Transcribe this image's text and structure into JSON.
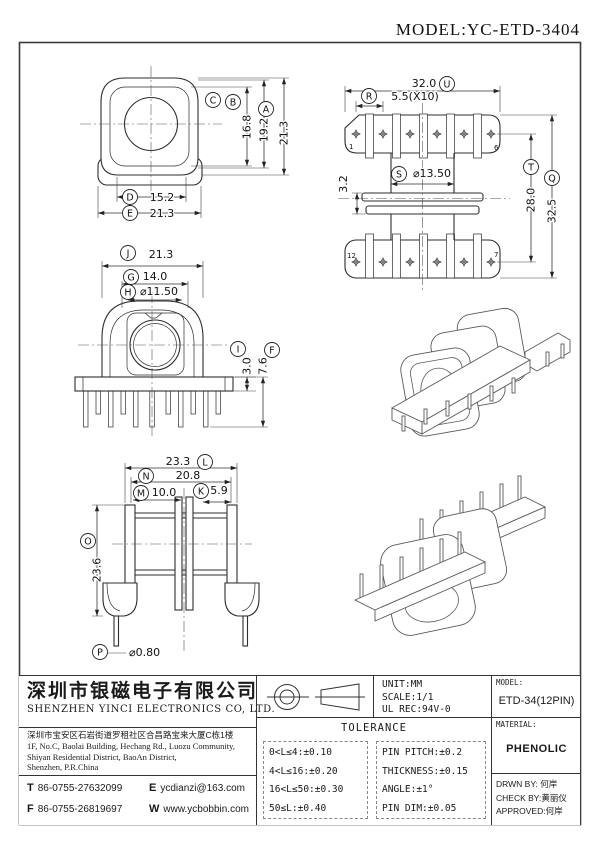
{
  "header": {
    "model_line": "MODEL:YC-ETD-3404"
  },
  "views": {
    "v1": {
      "dims": [
        {
          "l": "C",
          "v": "16.8"
        },
        {
          "l": "B",
          "v": "19.2"
        },
        {
          "l": "A",
          "v": "21.3"
        },
        {
          "l": "D",
          "v": "15.2"
        },
        {
          "l": "E",
          "v": "21.3"
        }
      ]
    },
    "v2": {
      "dims": [
        {
          "l": "U",
          "v": "32.0"
        },
        {
          "l": "R",
          "v": "5.5(X10)"
        },
        {
          "l": "S",
          "v": "⌀13.50"
        },
        {
          "l": "T",
          "v": "28.0"
        },
        {
          "l": "Q",
          "v": "32.5"
        }
      ],
      "extra": "3.2",
      "pins": {
        "first_top": "1",
        "last_top": "6",
        "first_bottom": "12",
        "last_bottom": "7"
      }
    },
    "v3": {
      "dims": [
        {
          "l": "J",
          "v": "21.3"
        },
        {
          "l": "G",
          "v": "14.0"
        },
        {
          "l": "H",
          "v": "⌀11.50"
        },
        {
          "l": "I",
          "v": "3.0"
        },
        {
          "l": "F",
          "v": "7.6"
        }
      ]
    },
    "v4": {
      "dims": [
        {
          "l": "L",
          "v": "23.3"
        },
        {
          "l": "N",
          "v": "20.8"
        },
        {
          "l": "M",
          "v": "10.0"
        },
        {
          "l": "K",
          "v": "5.9"
        },
        {
          "l": "O",
          "v": "23.6"
        },
        {
          "l": "P",
          "v": "⌀0.80"
        }
      ]
    }
  },
  "tb": {
    "company": {
      "name_cn": "深圳市银磁电子有限公司",
      "name_en": "SHENZHEN YINCI ELECTRONICS CO, LTD.",
      "address_cn": "深圳市宝安区石岩街道罗租社区合昌路宝来大厦C栋1楼",
      "address_en1": "1F, No.C, Baolai Building, Hechang Rd., Luozu Community,",
      "address_en2": "Shiyan Residential District, BaoAn District,",
      "address_en3": "Shenzhen, P.R.China",
      "contacts": [
        {
          "k": "T",
          "v": "86-0755-27632099"
        },
        {
          "k": "E",
          "v": "ycdianzi@163.com"
        },
        {
          "k": "F",
          "v": "86-0755-26819697"
        },
        {
          "k": "W",
          "v": "www.ycbobbin.com"
        }
      ]
    },
    "spec": {
      "unit": "UNIT:MM",
      "scale": "SCALE:1/1",
      "ul": "UL REC:94V-0"
    },
    "model": {
      "label": "MODEL:",
      "value": "ETD-34(12PIN)"
    },
    "material": {
      "label": "MATERIAL:",
      "value": "PHENOLIC"
    },
    "tolerance": {
      "title": "TOLERANCE",
      "general": [
        "0<L≤4:±0.10",
        "4<L≤16:±0.20",
        "16<L≤50:±0.30",
        "50≤L:±0.40"
      ],
      "specific": [
        "PIN PITCH:±0.2",
        "THICKNESS:±0.15",
        "ANGLE:±1°",
        "PIN DIM:±0.05"
      ]
    },
    "sign": {
      "drawn_label": "DRWN BY:",
      "drawn": "何岸",
      "check_label": "CHECK BY:",
      "check": "黄丽仪",
      "approved_label": "APPROVED:",
      "approved": "何岸"
    }
  }
}
